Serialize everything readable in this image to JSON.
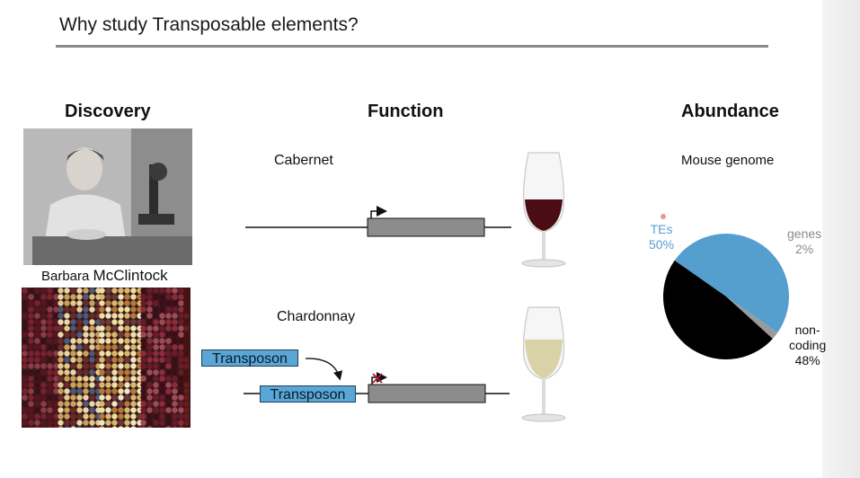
{
  "slide": {
    "title": "Why study Transposable elements?"
  },
  "columns": {
    "discovery": {
      "heading": "Discovery",
      "caption_first": "Barbara",
      "caption_last": "McClintock"
    },
    "function": {
      "heading": "Function",
      "label_top": "Cabernet",
      "label_bottom": "Chardonnay",
      "transposon_label": "Transposon"
    },
    "abundance": {
      "heading": "Abundance",
      "subtitle": "Mouse genome"
    }
  },
  "chart_data": {
    "type": "pie",
    "title": "Mouse genome",
    "slices": [
      {
        "label": "TEs",
        "value": 50,
        "display": "50%",
        "color": "#559fcf"
      },
      {
        "label": "genes",
        "value": 2,
        "display": "2%",
        "color": "#9a9a9a"
      },
      {
        "label": "non-coding",
        "value": 48,
        "display": "48%",
        "color": "#000000"
      }
    ]
  },
  "colors": {
    "transposon": "#5aa6d6",
    "gene_box": "#8c8c8c",
    "red_wine": "#4a0d14",
    "white_wine": "#d8d2a6",
    "title_rule": "#8a8a8a"
  }
}
